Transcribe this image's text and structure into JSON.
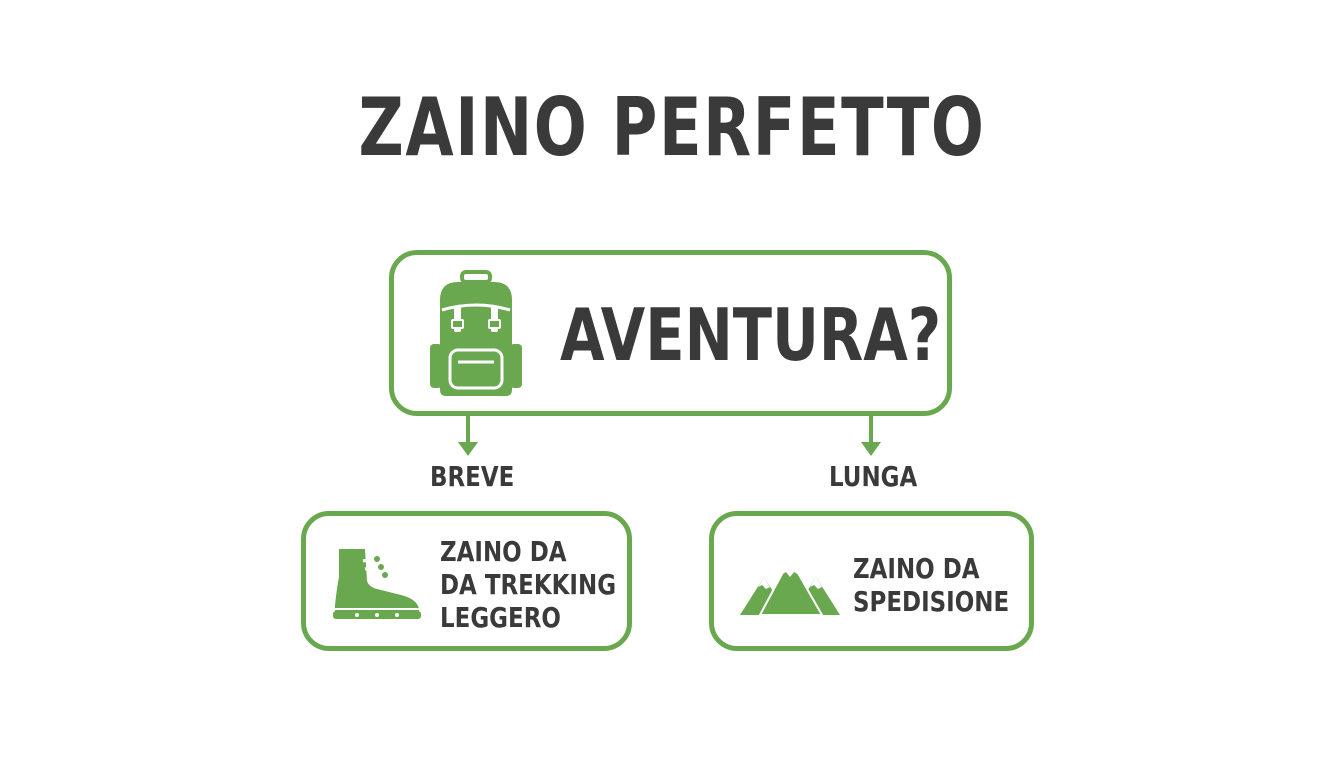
{
  "title": "ZAINO PERFETTO",
  "question": {
    "label": "AVENTURA?",
    "icon": "backpack-icon"
  },
  "branches": [
    {
      "label": "BREVE",
      "result_lines": [
        "ZAINO DA",
        "DA TREKKING",
        "LEGGERO"
      ],
      "icon": "hiking-boot-icon"
    },
    {
      "label": "LUNGA",
      "result_lines": [
        "ZAINO DA",
        "SPEDISIONE"
      ],
      "icon": "mountains-icon"
    }
  ],
  "colors": {
    "accent_green": "#6aa84f",
    "text_dark": "#3a3a3a"
  }
}
